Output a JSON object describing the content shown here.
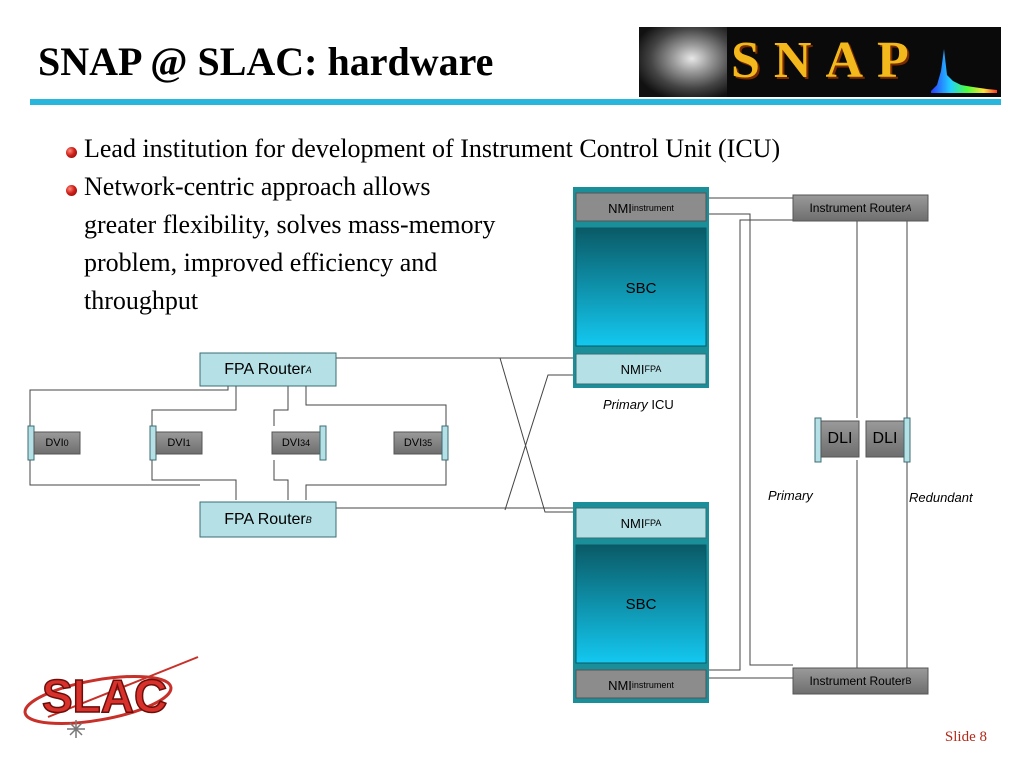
{
  "title": "SNAP @ SLAC: hardware",
  "header_logo": {
    "text": "SNAP"
  },
  "bullets": [
    "Lead institution for development of  Instrument Control Unit (ICU)",
    "Network-centric approach allows greater flexibility, solves mass-memory problem, improved efficiency and throughput"
  ],
  "diagram": {
    "icu_primary": {
      "nmi_instrument": {
        "main": "NMI",
        "sub": "instrument"
      },
      "sbc": "SBC",
      "nmi_fpa": {
        "main": "NMI",
        "sub": "FPA"
      },
      "caption_em": "Primary",
      "caption_rest": " ICU"
    },
    "icu_redundant": {
      "nmi_fpa": {
        "main": "NMI",
        "sub": "FPA"
      },
      "sbc": "SBC",
      "nmi_instrument": {
        "main": "NMI",
        "sub": "instrument"
      }
    },
    "instrument_router_a": {
      "main": "Instrument Router",
      "sub": "A"
    },
    "instrument_router_b": {
      "main": "Instrument Router",
      "sub": "B"
    },
    "fpa_router_a": {
      "main": "FPA Router",
      "sub": "A"
    },
    "fpa_router_b": {
      "main": "FPA Router",
      "sub": "B"
    },
    "dvi": [
      {
        "main": "DVI",
        "sub": "0"
      },
      {
        "main": "DVI",
        "sub": "1"
      },
      {
        "main": "DVI",
        "sub": "34"
      },
      {
        "main": "DVI",
        "sub": "35"
      }
    ],
    "dli_primary": "DLI",
    "dli_redundant": "DLI",
    "label_primary": "Primary",
    "label_redundant": "Redundant"
  },
  "footer": {
    "logo_text": "SLAC",
    "slide": "Slide 8"
  },
  "colors": {
    "accent_rule": "#29b6dc",
    "icu_border": "#1a8f9a",
    "sbc_gradient_top": "#0a5a66",
    "sbc_gradient_bottom": "#13c8f0",
    "node_fill": "#b5e0e6",
    "router_fill": "#7f7f7f",
    "dli_fill": "#8c8c8c",
    "bullet": "#d0201a",
    "slide_number": "#b22a1a"
  }
}
